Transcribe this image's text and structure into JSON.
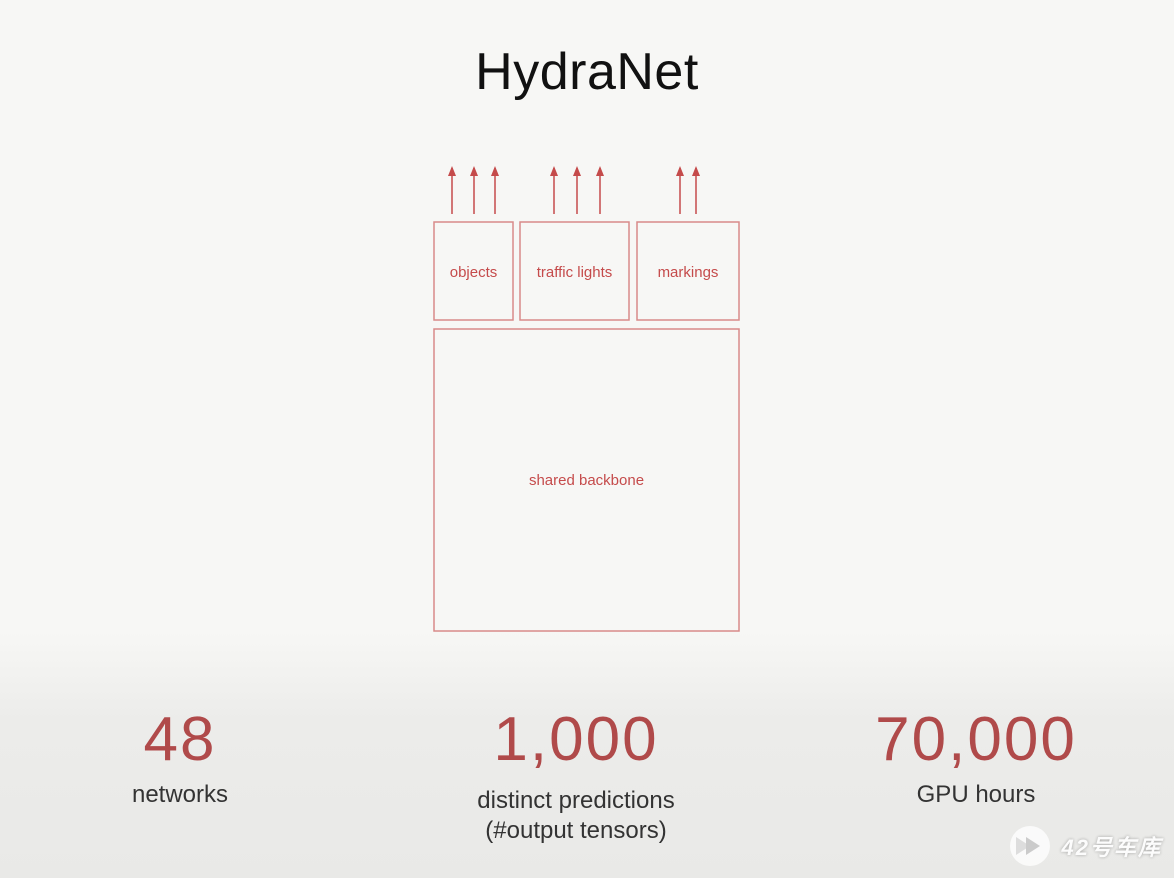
{
  "title": "HydraNet",
  "diagram": {
    "heads": [
      {
        "label": "objects",
        "arrows": 3
      },
      {
        "label": "traffic lights",
        "arrows": 3
      },
      {
        "label": "markings",
        "arrows": 2
      }
    ],
    "backbone_label": "shared backbone",
    "accent_color": "#c54b4b"
  },
  "stats": [
    {
      "value": "48",
      "label": "networks"
    },
    {
      "value": "1,000",
      "label": "distinct predictions\n(#output tensors)"
    },
    {
      "value": "70,000",
      "label": "GPU hours"
    }
  ],
  "watermark": {
    "text": "42号车库",
    "icon": "play-logo-icon"
  }
}
